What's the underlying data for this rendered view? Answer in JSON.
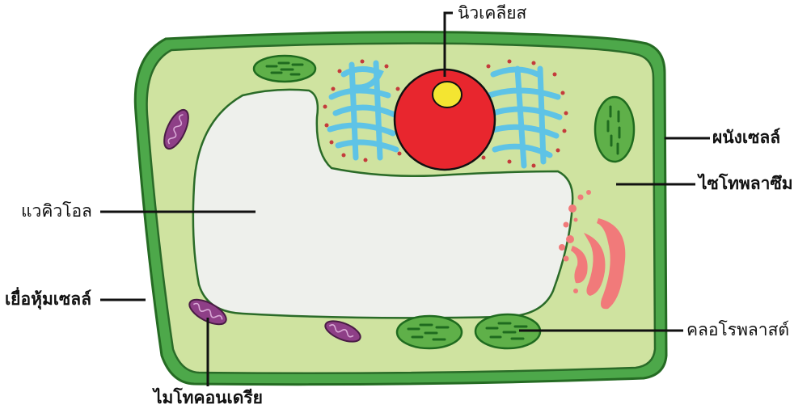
{
  "labels": {
    "nucleus": "นิวเคลียส",
    "cell_wall": "ผนังเซลล์",
    "cytoplasm": "ไซโทพลาซึม",
    "vacuole": "แวคิวโอล",
    "cell_membrane": "เยื่อหุ้มเซลล์",
    "chloroplast": "คลอโรพลาสต์",
    "mitochondria": "ไมโทคอนเดรีย"
  },
  "colors": {
    "cell_wall": "#3e9a3b",
    "cytoplasm": "#cfe3a0",
    "membrane_line": "#2a6b28",
    "vacuole": "#eef0ec",
    "nucleus": "#e8262e",
    "nucleolus": "#f4e531",
    "golgi_er": "#5ec3e6",
    "ribosome": "#c43b3b",
    "chloroplast_body": "#5fb049",
    "chloroplast_grana": "#1f6b1f",
    "mitochondria_body": "#8e3f87",
    "mitochondria_cristae": "#d9a9d6",
    "golgi_pink": "#f17a7a",
    "pointer_line": "#111111"
  }
}
